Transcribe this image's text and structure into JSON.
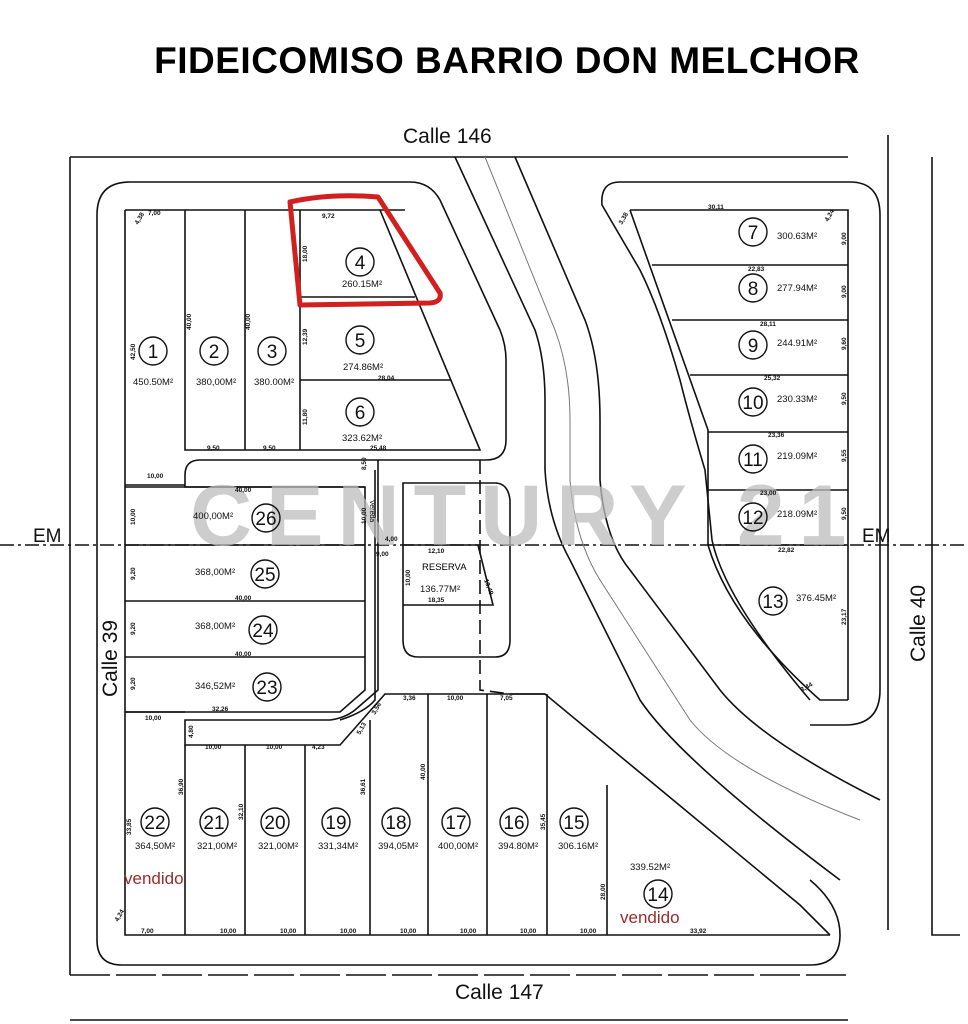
{
  "title": "FIDEICOMISO BARRIO DON MELCHOR",
  "streets": {
    "north": "Calle 146",
    "south": "Calle 147",
    "west": "Calle 39",
    "east": "Calle 40",
    "axis_left": "EM",
    "axis_right": "EM"
  },
  "watermark": "CENTURY 21",
  "highlight_color": "#d21f1f",
  "sold_color": "#9a2b2b",
  "lots": [
    {
      "num": "1",
      "area": "450.50M²"
    },
    {
      "num": "2",
      "area": "380,00M²"
    },
    {
      "num": "3",
      "area": "380.00M²"
    },
    {
      "num": "4",
      "area": "260.15M²",
      "highlighted": true
    },
    {
      "num": "5",
      "area": "274.86M²"
    },
    {
      "num": "6",
      "area": "323.62M²"
    },
    {
      "num": "7",
      "area": "300.63M²"
    },
    {
      "num": "8",
      "area": "277.94M²"
    },
    {
      "num": "9",
      "area": "244.91M²"
    },
    {
      "num": "10",
      "area": "230.33M²"
    },
    {
      "num": "11",
      "area": "219.09M²"
    },
    {
      "num": "12",
      "area": "218.09M²"
    },
    {
      "num": "13",
      "area": "376.45M²"
    },
    {
      "num": "14",
      "area": "339.52M²",
      "status": "vendido"
    },
    {
      "num": "15",
      "area": "306.16M²"
    },
    {
      "num": "16",
      "area": "394.80M²"
    },
    {
      "num": "17",
      "area": "400,00M²"
    },
    {
      "num": "18",
      "area": "394,05M²"
    },
    {
      "num": "19",
      "area": "331,34M²"
    },
    {
      "num": "20",
      "area": "321,00M²"
    },
    {
      "num": "21",
      "area": "321,00M²"
    },
    {
      "num": "22",
      "area": "364,50M²",
      "status": "vendido"
    },
    {
      "num": "23",
      "area": "346,52M²"
    },
    {
      "num": "24",
      "area": "368,00M²"
    },
    {
      "num": "25",
      "area": "368,00M²"
    },
    {
      "num": "26",
      "area": "400,00M²"
    }
  ],
  "reserva": {
    "label": "RESERVA",
    "area": "136.77M²"
  },
  "vereda": "Vereda",
  "dimensions": [
    "7,00",
    "4,38",
    "9,72",
    "18,00",
    "12,39",
    "11,80",
    "40,00",
    "40,00",
    "42,50",
    "9,50",
    "9,50",
    "28,04",
    "25,48",
    "10,00",
    "30,11",
    "3,38",
    "4,24",
    "22,83",
    "28,11",
    "25,32",
    "23,36",
    "23,00",
    "22,82",
    "9,00",
    "9,00",
    "9,60",
    "9,50",
    "9,55",
    "9,50",
    "23,17",
    "3,44",
    "40,00",
    "10,00",
    "10,00",
    "8,50",
    "4,00",
    "9,00",
    "12,10",
    "10,00",
    "10,49",
    "18,35",
    "40,00",
    "9,20",
    "40,00",
    "9,20",
    "9,20",
    "32,26",
    "10,00",
    "4,80",
    "10,00",
    "10,00",
    "4,23",
    "3,36",
    "10,00",
    "7,05",
    "3,56",
    "5,13",
    "36,61",
    "40,00",
    "36,90",
    "32,10",
    "35,45",
    "28,00",
    "33,85",
    "4,24",
    "7,00",
    "10,00",
    "10,00",
    "10,00",
    "10,00",
    "10,00",
    "10,00",
    "10,00",
    "33,92"
  ]
}
